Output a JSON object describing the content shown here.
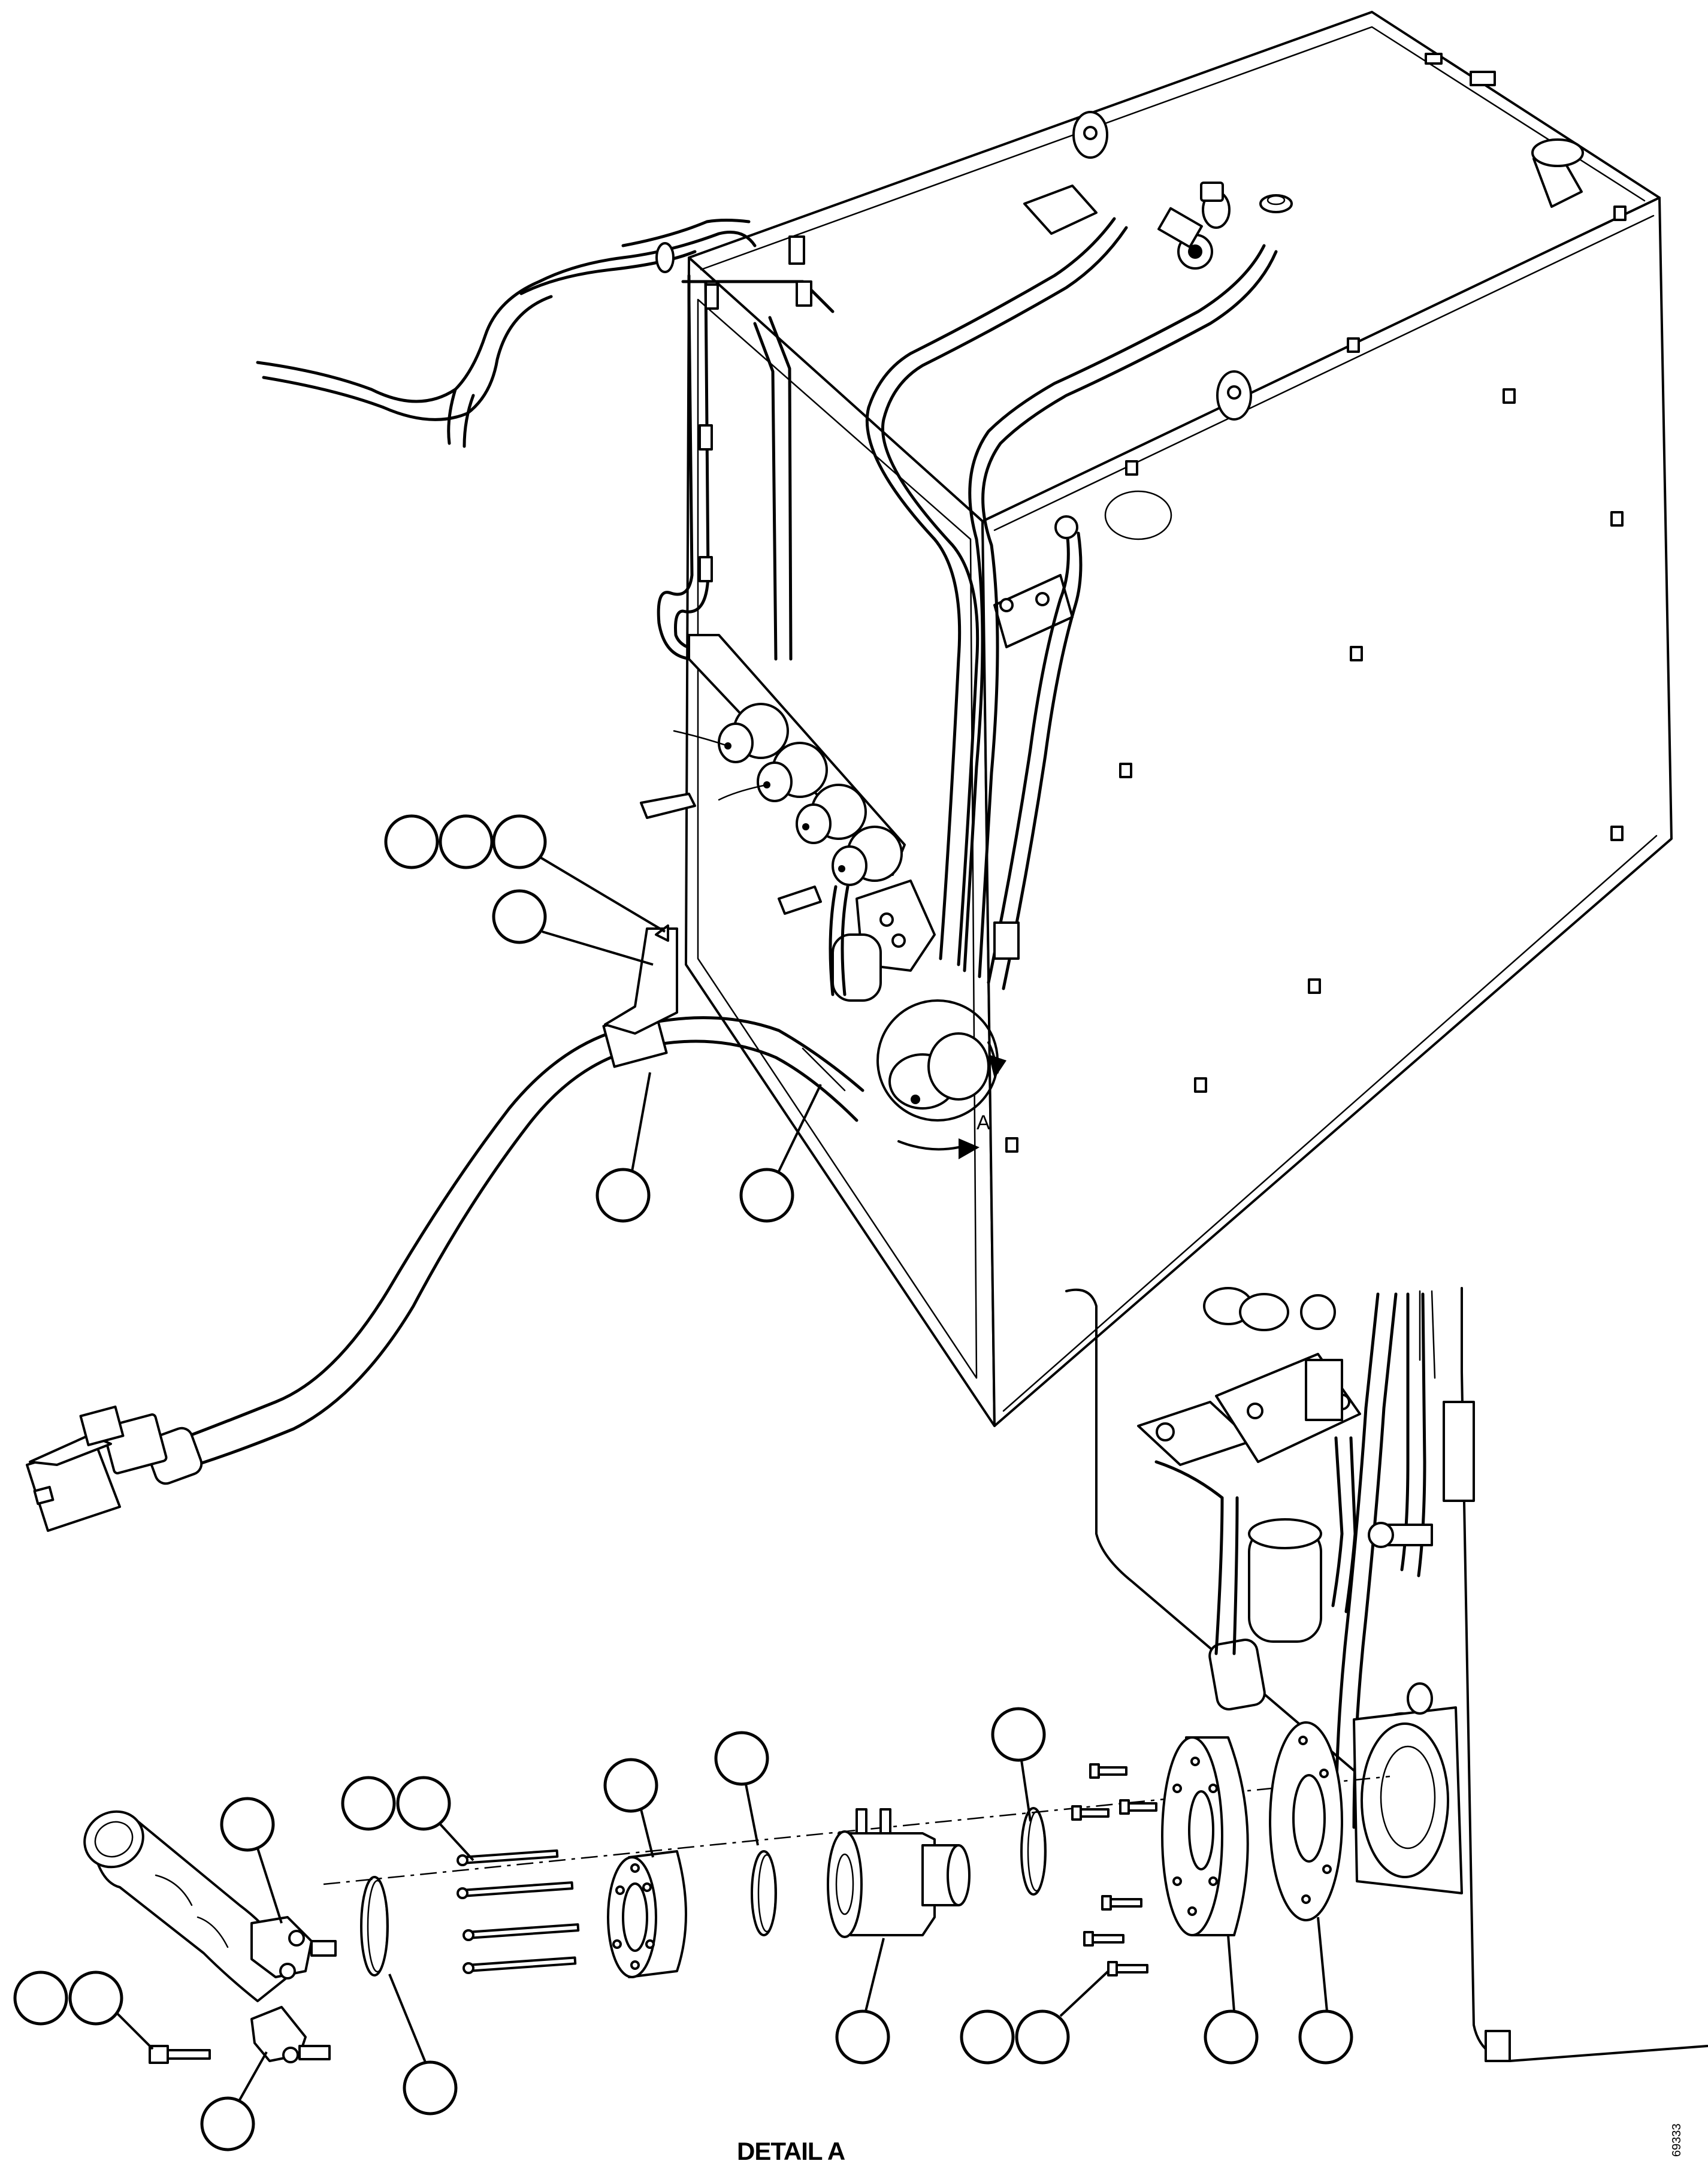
{
  "diagram": {
    "detail_marker": "A",
    "detail_title": "DETAIL A",
    "figure_id": "69333",
    "callout_count": 21
  }
}
